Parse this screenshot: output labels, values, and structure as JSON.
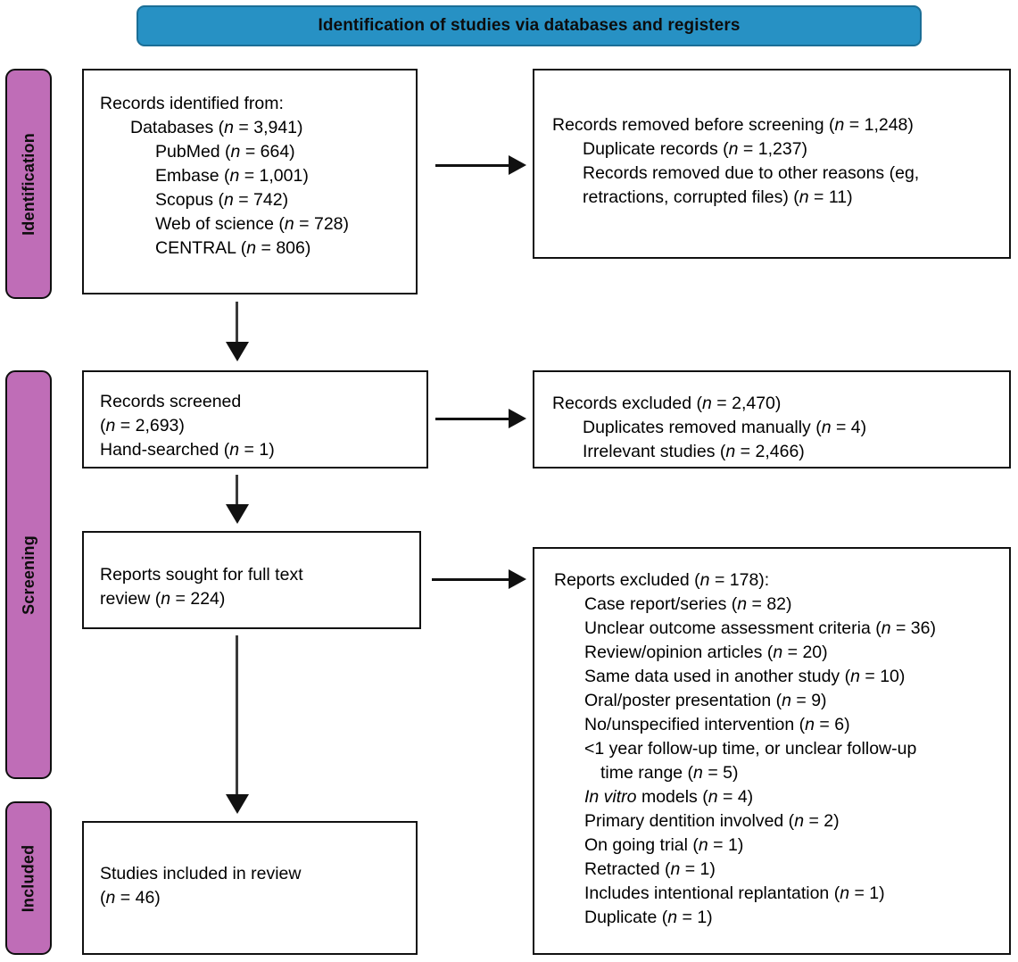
{
  "banner": {
    "title": "Identification of studies via databases and registers",
    "bg_color": "#2791c4",
    "border_color": "#1b6e96"
  },
  "stages": {
    "color": "#bf6db7",
    "items": [
      {
        "label": "Identification"
      },
      {
        "label": "Screening"
      },
      {
        "label": "Included"
      }
    ]
  },
  "boxes": {
    "identified": {
      "name": "Records identified from:",
      "lines": [
        "Records identified from:",
        "Databases (n = 3,941)",
        "PubMed (n = 664)",
        "Embase (n = 1,001)",
        "Scopus (n = 742)",
        "Web of science (n = 728)",
        "CENTRAL (n = 806)"
      ]
    },
    "removed": {
      "lines": [
        "Records removed before screening (n = 1,248)",
        "Duplicate records (n = 1,237)",
        "Records removed due to other reasons (eg, retractions, corrupted files) (n = 11)"
      ]
    },
    "screened": {
      "lines": [
        "Records screened",
        "(n = 2,693)",
        "Hand-searched (n = 1)"
      ]
    },
    "excluded": {
      "lines": [
        "Records excluded (n = 2,470)",
        "Duplicates removed manually (n = 4)",
        "Irrelevant studies (n = 2,466)"
      ]
    },
    "sought": {
      "lines": [
        "Reports sought for full text",
        "review (n = 224)"
      ]
    },
    "reports_excluded": {
      "header": "Reports excluded (n = 178):",
      "reasons": [
        {
          "label": "Case report/series",
          "n": "82"
        },
        {
          "label": "Unclear outcome assessment criteria",
          "n": "36"
        },
        {
          "label": "Review/opinion articles",
          "n": "20"
        },
        {
          "label": "Same data used in another study",
          "n": "10"
        },
        {
          "label": "Oral/poster presentation",
          "n": "9"
        },
        {
          "label": "No/unspecified intervention",
          "n": "6"
        },
        {
          "label": "<1 year follow-up time, or unclear follow-up time range",
          "n": "5"
        },
        {
          "label": "In vitro models",
          "n": "4"
        },
        {
          "label": "Primary dentition involved",
          "n": "2"
        },
        {
          "label": "On going trial",
          "n": "1"
        },
        {
          "label": "Retracted",
          "n": "1"
        },
        {
          "label": "Includes intentional replantation",
          "n": "1"
        },
        {
          "label": "Duplicate",
          "n": "1"
        }
      ],
      "line_1": "Reports excluded (n = 178):",
      "line_2": "Case report/series (n = 82)",
      "line_3": "Unclear outcome assessment criteria (n = 36)",
      "line_4": "Review/opinion articles (n = 20)",
      "line_5": "Same data used in another study (n = 10)",
      "line_6": "Oral/poster presentation (n = 9)",
      "line_7": "No/unspecified intervention (n = 6)",
      "line_8a": "<1 year follow-up time, or unclear follow-up",
      "line_8b": "time range (n = 5)",
      "line_9_it": "In vitro",
      "line_9_rest": " models (n = 4)",
      "line_10": "Primary dentition involved (n = 2)",
      "line_11": "On going trial (n = 1)",
      "line_12": "Retracted (n = 1)",
      "line_13": "Includes intentional replantation (n = 1)",
      "line_14": "Duplicate (n = 1)"
    },
    "included": {
      "lines": [
        "Studies included in review",
        "(n = 46)"
      ]
    }
  }
}
